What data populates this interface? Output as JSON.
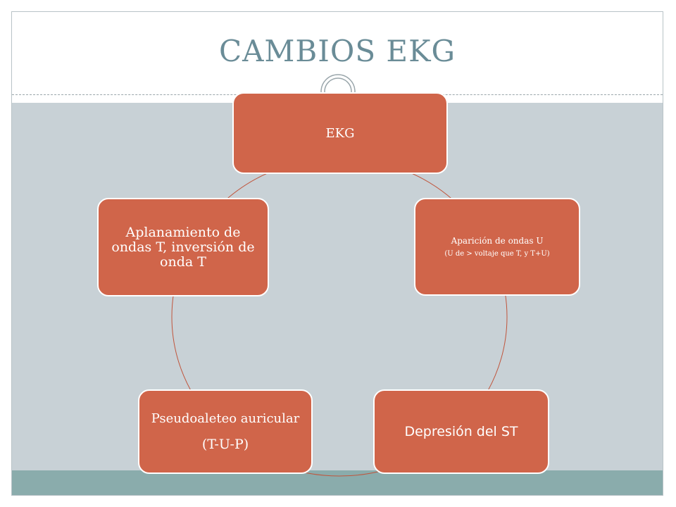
{
  "slide": {
    "title": "CAMBIOS EKG"
  },
  "diagram": {
    "type": "cycle",
    "nodes": {
      "ekg": {
        "label": "EKG"
      },
      "ondas_u": {
        "line1": "Aparición de ondas U",
        "line2": "(U de > voltaje que T, y  T+U)"
      },
      "depresion_st": {
        "label": "Depresión del ST"
      },
      "pseudoaleteo": {
        "line1": "Pseudoaleteo auricular",
        "line2": "(T-U-P)"
      },
      "aplanamiento": {
        "label": "Aplanamiento de ondas T, inversión de onda T"
      }
    }
  },
  "colors": {
    "node_fill": "#d0654a",
    "node_text": "#ffffff",
    "connector": "#c0553c",
    "title": "#6a8c97",
    "body_band": "#c8d1d6",
    "bottom_band": "#8aacac"
  }
}
